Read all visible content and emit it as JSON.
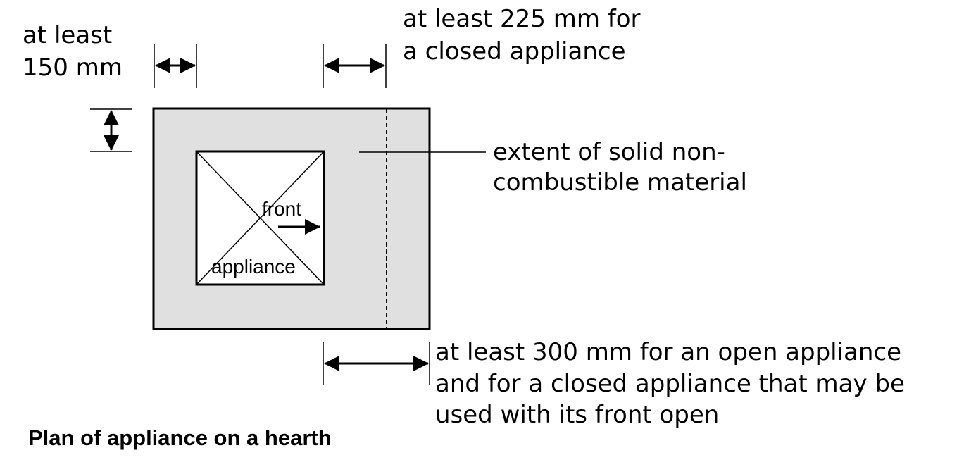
{
  "labels": {
    "side_clearance_line1": "at least",
    "side_clearance_line2": "150 mm",
    "closed_clearance_line1": "at least 225 mm for",
    "closed_clearance_line2": "a closed appliance",
    "extent_line1": "extent of solid non-",
    "extent_line2": "combustible material",
    "open_clearance_line1": "at least 300 mm for an open appliance",
    "open_clearance_line2": "and for a closed appliance that may be",
    "open_clearance_line3": "used with its front open",
    "front": "front",
    "appliance": "appliance",
    "caption": "Plan of appliance on a hearth"
  },
  "colors": {
    "hearth_fill": "#e0e0e0",
    "appliance_fill": "#ffffff",
    "ink": "#000000"
  }
}
